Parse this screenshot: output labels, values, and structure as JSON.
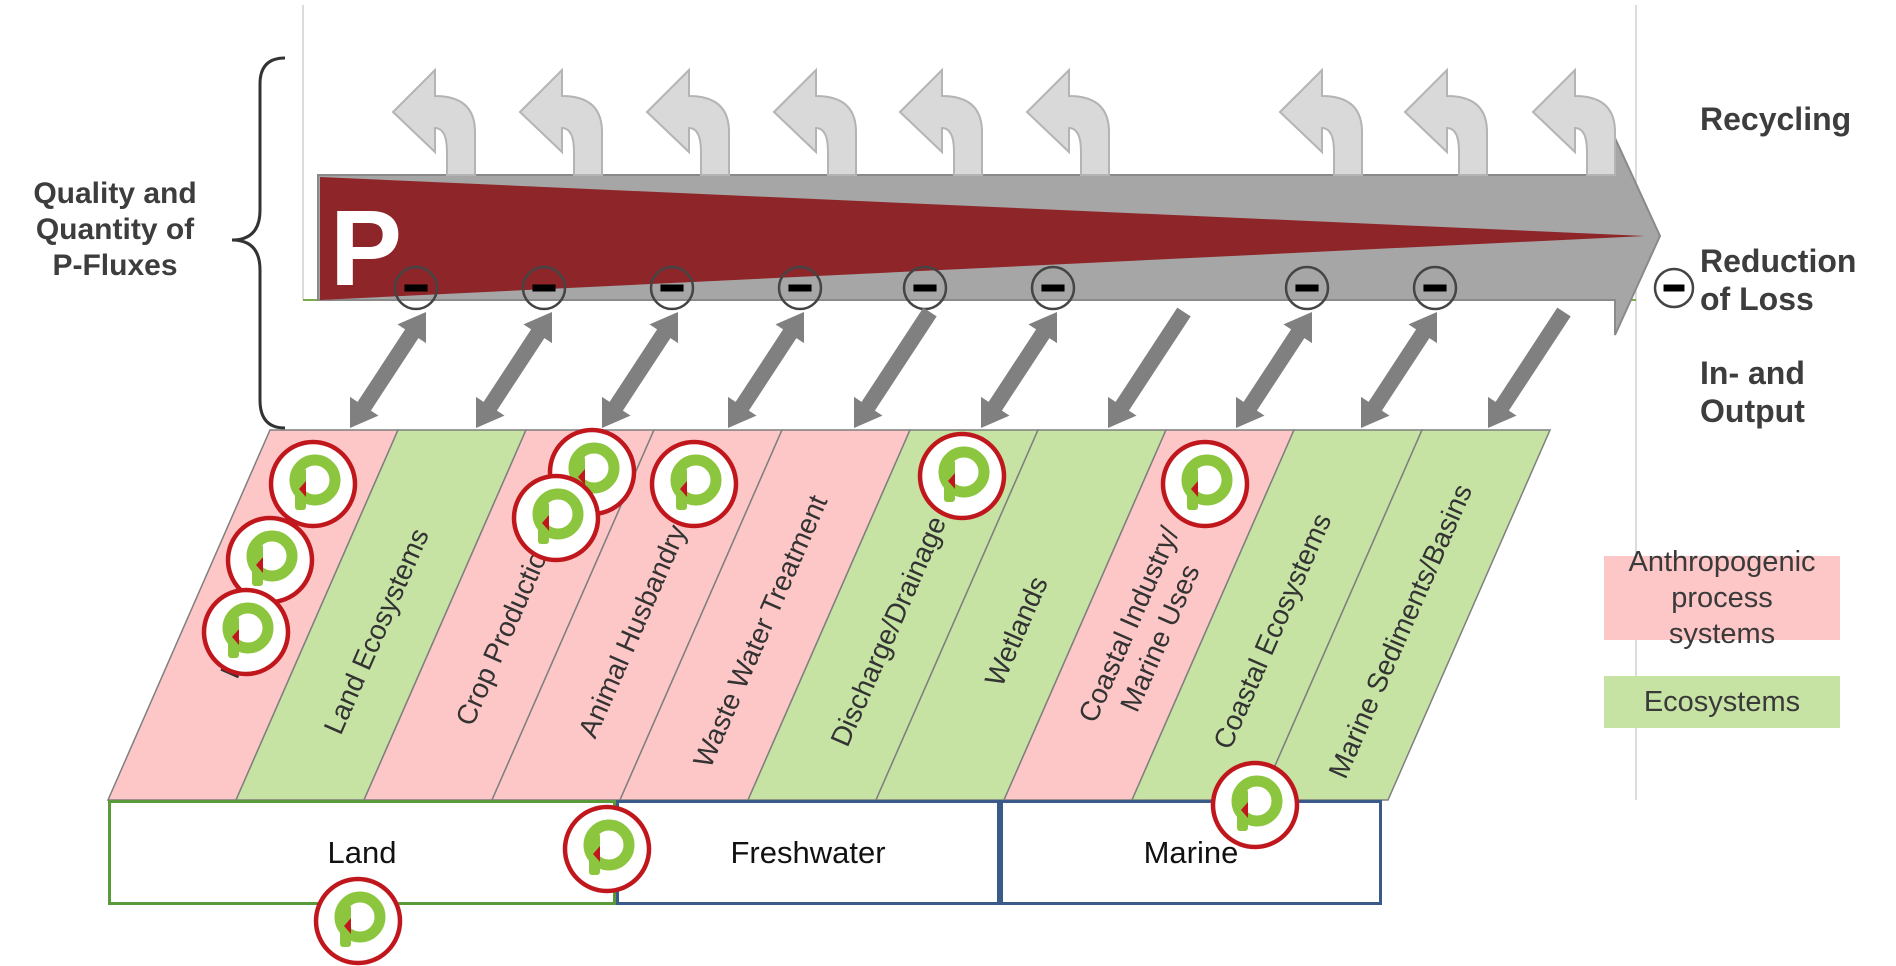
{
  "left_label": [
    "Quality and",
    "Quantity of",
    "P-Fluxes"
  ],
  "right_labels": {
    "recycling": "Recycling",
    "reduction": [
      "Reduction",
      "of Loss"
    ],
    "inout": [
      "In- and",
      "Output"
    ]
  },
  "p_letter": "P",
  "minus_glyph": "−",
  "columns": [
    {
      "label": "Industry",
      "type": "anthropogenic"
    },
    {
      "label": "Land Ecosystems",
      "type": "ecosystem"
    },
    {
      "label": "Crop Production",
      "type": "anthropogenic"
    },
    {
      "label": "Animal Husbandry",
      "type": "anthropogenic"
    },
    {
      "label": "Waste Water Treatment",
      "type": "anthropogenic"
    },
    {
      "label": "Discharge/Drainage",
      "type": "ecosystem"
    },
    {
      "label": "Wetlands",
      "type": "ecosystem"
    },
    {
      "label": "Coastal Industry/\nMarine Uses",
      "type": "anthropogenic"
    },
    {
      "label": "Coastal Ecosystems",
      "type": "ecosystem"
    },
    {
      "label": "Marine Sediments/Basins",
      "type": "ecosystem"
    }
  ],
  "realms": [
    {
      "label": "Land",
      "border": "#5a9a3a"
    },
    {
      "label": "Freshwater",
      "border": "#3a5a8a"
    },
    {
      "label": "Marine",
      "border": "#3a5a8a"
    }
  ],
  "legend": [
    {
      "label": "Anthropogenic process systems",
      "color": "#fec7c7"
    },
    {
      "label": "Ecosystems",
      "color": "#c6e3a4"
    }
  ],
  "colors": {
    "anthropogenic": "#fec7c7",
    "ecosystem": "#c6e3a4",
    "p_wedge": "#8e2528",
    "main_arrow": "#a6a6a6",
    "recycle_arrow": "#d9d9d9",
    "exchange_arrow": "#808080",
    "badge_ring": "#c0171d",
    "badge_green": "#8cc63f"
  },
  "icons": {
    "recycle": "curved-recycle-arrow-icon",
    "exchange": "double-headed-arrow-icon",
    "minus": "minus-circle-icon",
    "badge": "p-logo-icon"
  }
}
